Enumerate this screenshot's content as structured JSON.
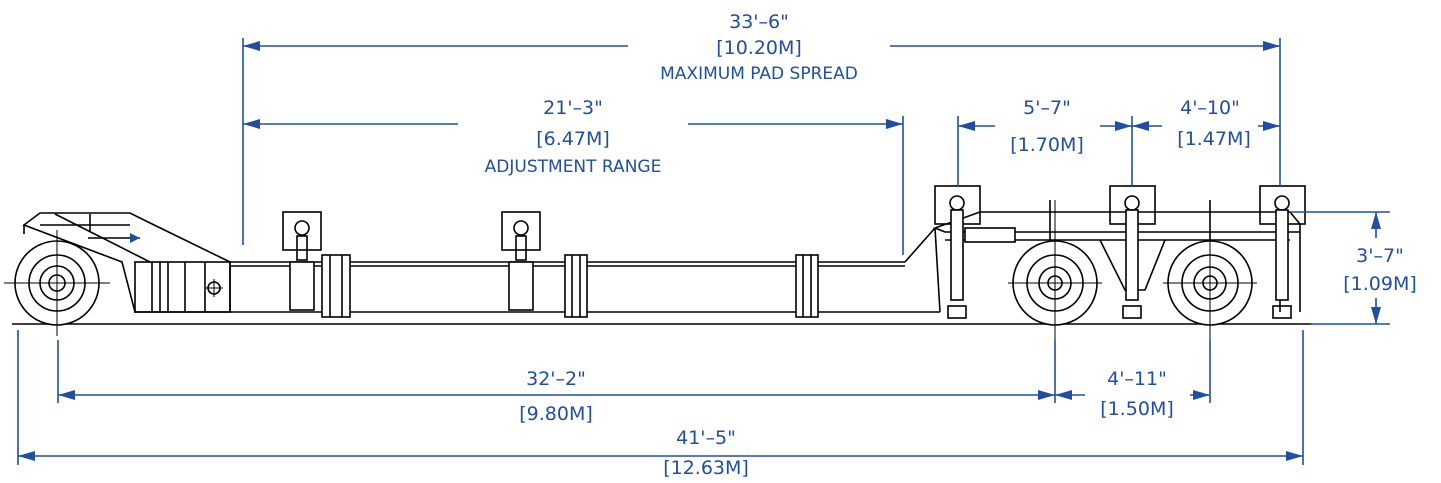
{
  "dimensions": {
    "max_pad_spread": {
      "imperial": "33'–6\"",
      "metric": "[10.20M]",
      "label": "MAXIMUM PAD SPREAD"
    },
    "adjustment_range": {
      "imperial": "21'–3\"",
      "metric": "[6.47M]",
      "label": "ADJUSTMENT RANGE"
    },
    "pad_spacing_1": {
      "imperial": "5'–7\"",
      "metric": "[1.70M]"
    },
    "pad_spacing_2": {
      "imperial": "4'–10\"",
      "metric": "[1.47M]"
    },
    "deck_height": {
      "imperial": "3'–7\"",
      "metric": "[1.09M]"
    },
    "wheelbase": {
      "imperial": "32'–2\"",
      "metric": "[9.80M]"
    },
    "axle_spread": {
      "imperial": "4'–11\"",
      "metric": "[1.50M]"
    },
    "overall_length": {
      "imperial": "41'–5\"",
      "metric": "[12.63M]"
    }
  },
  "colors": {
    "dimension": "#1f4ea3",
    "linework": "#000000"
  }
}
